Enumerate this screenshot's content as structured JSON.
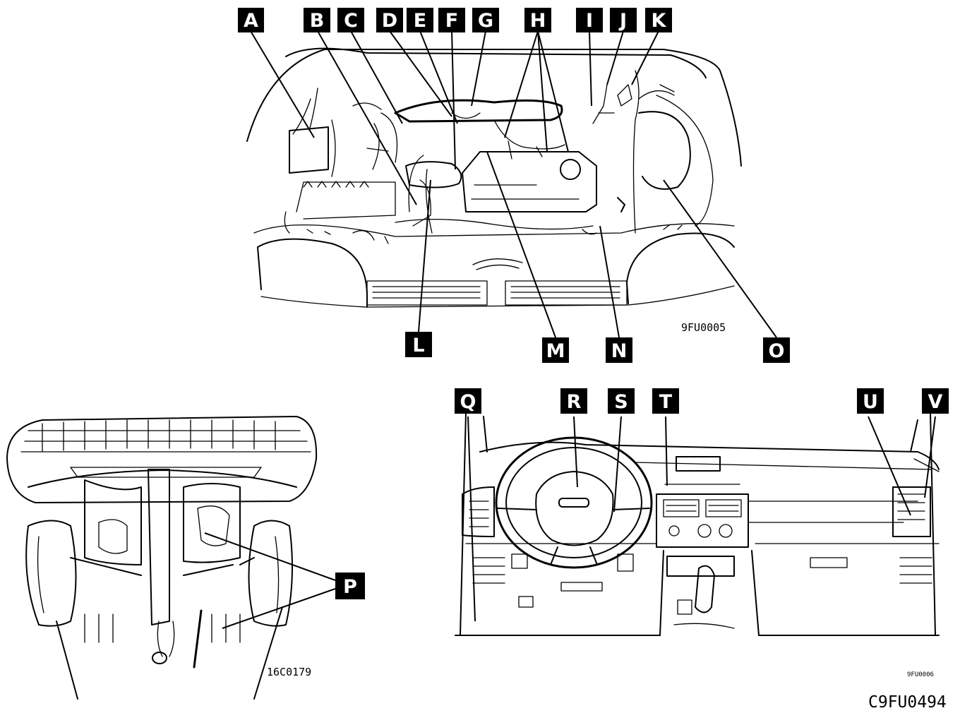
{
  "figures": {
    "engine_bay": {
      "reference": "9FU0005",
      "callouts": [
        "A",
        "B",
        "C",
        "D",
        "E",
        "F",
        "G",
        "H",
        "I",
        "J",
        "K",
        "L",
        "M",
        "N",
        "O"
      ]
    },
    "underbody": {
      "reference": "16C0179",
      "callouts": [
        "P"
      ]
    },
    "interior": {
      "reference": "9FU0006",
      "callouts": [
        "Q",
        "R",
        "S",
        "T",
        "U",
        "V"
      ]
    }
  },
  "sheet_reference": "C9FU0494"
}
